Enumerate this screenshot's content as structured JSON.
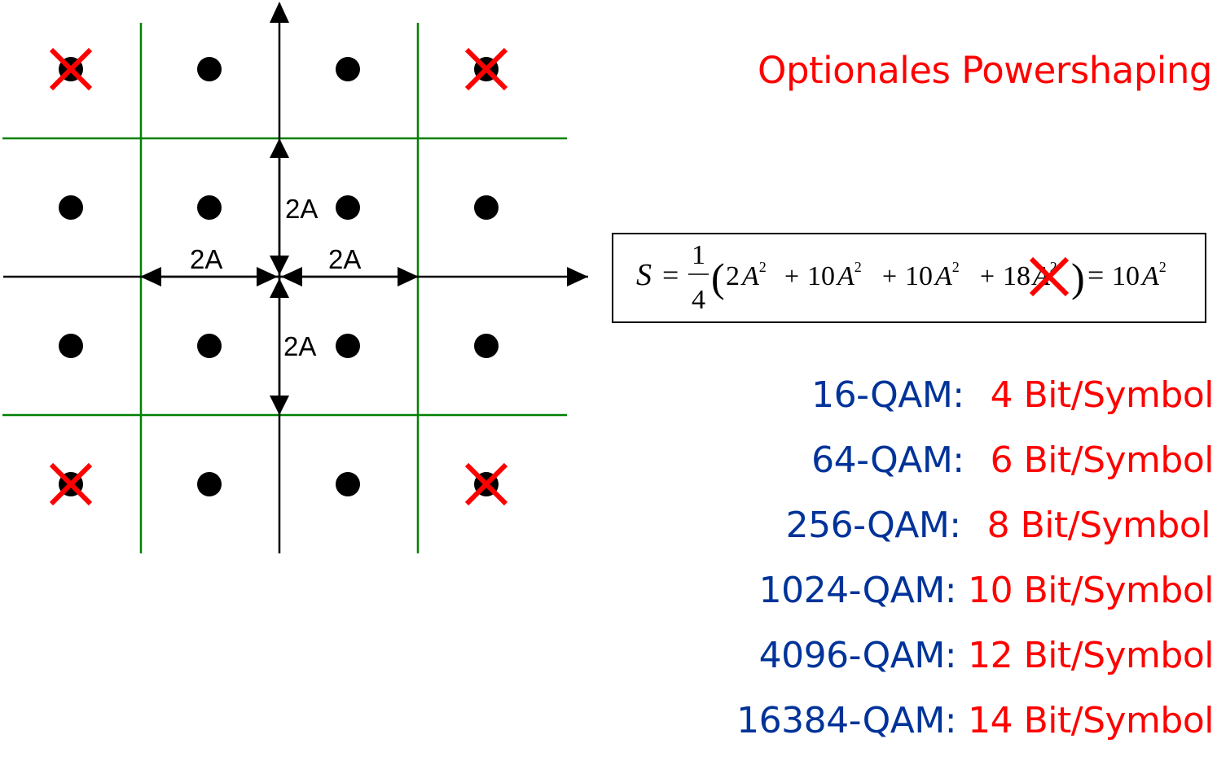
{
  "colors": {
    "grid": "#008000",
    "axis": "#000000",
    "point": "#000000",
    "cross": "#ff0000",
    "title": "#ff0000",
    "qam_name": "#003399",
    "qam_bits": "#ff0000"
  },
  "diagram": {
    "grid_size": 4,
    "removed_points": [
      "corner-top-left",
      "corner-top-right",
      "corner-bottom-left",
      "corner-bottom-right"
    ],
    "dimension_labels": {
      "up": "2A",
      "down": "2A",
      "left": "2A",
      "right": "2A"
    }
  },
  "title": "Optionales Powershaping",
  "formula": {
    "lhs": "S",
    "equals": "=",
    "frac_num": "1",
    "frac_den": "4",
    "terms": [
      "2A²",
      "10A²",
      "10A²",
      "18A²"
    ],
    "crossed_term": "18A²",
    "result": "10A²"
  },
  "qam_list": [
    {
      "name": "16-QAM:",
      "bits": "4 Bit/Symbol"
    },
    {
      "name": "64-QAM:",
      "bits": "6 Bit/Symbol"
    },
    {
      "name": "256-QAM:",
      "bits": "8 Bit/Symbol"
    },
    {
      "name": "1024-QAM:",
      "bits": "10 Bit/Symbol"
    },
    {
      "name": "4096-QAM:",
      "bits": "12 Bit/Symbol"
    },
    {
      "name": "16384-QAM:",
      "bits": "14 Bit/Symbol"
    }
  ]
}
